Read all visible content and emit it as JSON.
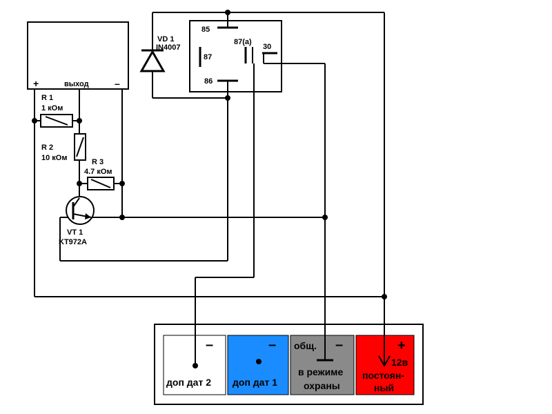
{
  "module": {
    "plus": "+",
    "output": "выход",
    "minus": "–"
  },
  "diode": {
    "ref": "VD 1",
    "part": "IN4007"
  },
  "relay": {
    "pin85": "85",
    "pin87a": "87(a)",
    "pin30": "30",
    "pin87": "87",
    "pin86": "86"
  },
  "r1": {
    "ref": "R 1",
    "value": "1 кОм"
  },
  "r2": {
    "ref": "R 2",
    "value": "10 кОм"
  },
  "r3": {
    "ref": "R 3",
    "value": "4.7 кОм"
  },
  "transistor": {
    "ref": "VT 1",
    "part": "KT972A"
  },
  "terminals": [
    {
      "sign": "–",
      "label_lines": [
        "доп дат 2"
      ],
      "color": "#ffffff"
    },
    {
      "sign": "–",
      "label_lines": [
        "доп дат 1"
      ],
      "color": "#1a8cff"
    },
    {
      "top_label": "общ.",
      "sign": "–",
      "label_lines": [
        "в режиме",
        "охраны"
      ],
      "color": "#8a8a8a"
    },
    {
      "sign": "+",
      "value": "12в",
      "label_lines": [
        "постоян-",
        "ный"
      ],
      "color": "#ff0000"
    }
  ]
}
